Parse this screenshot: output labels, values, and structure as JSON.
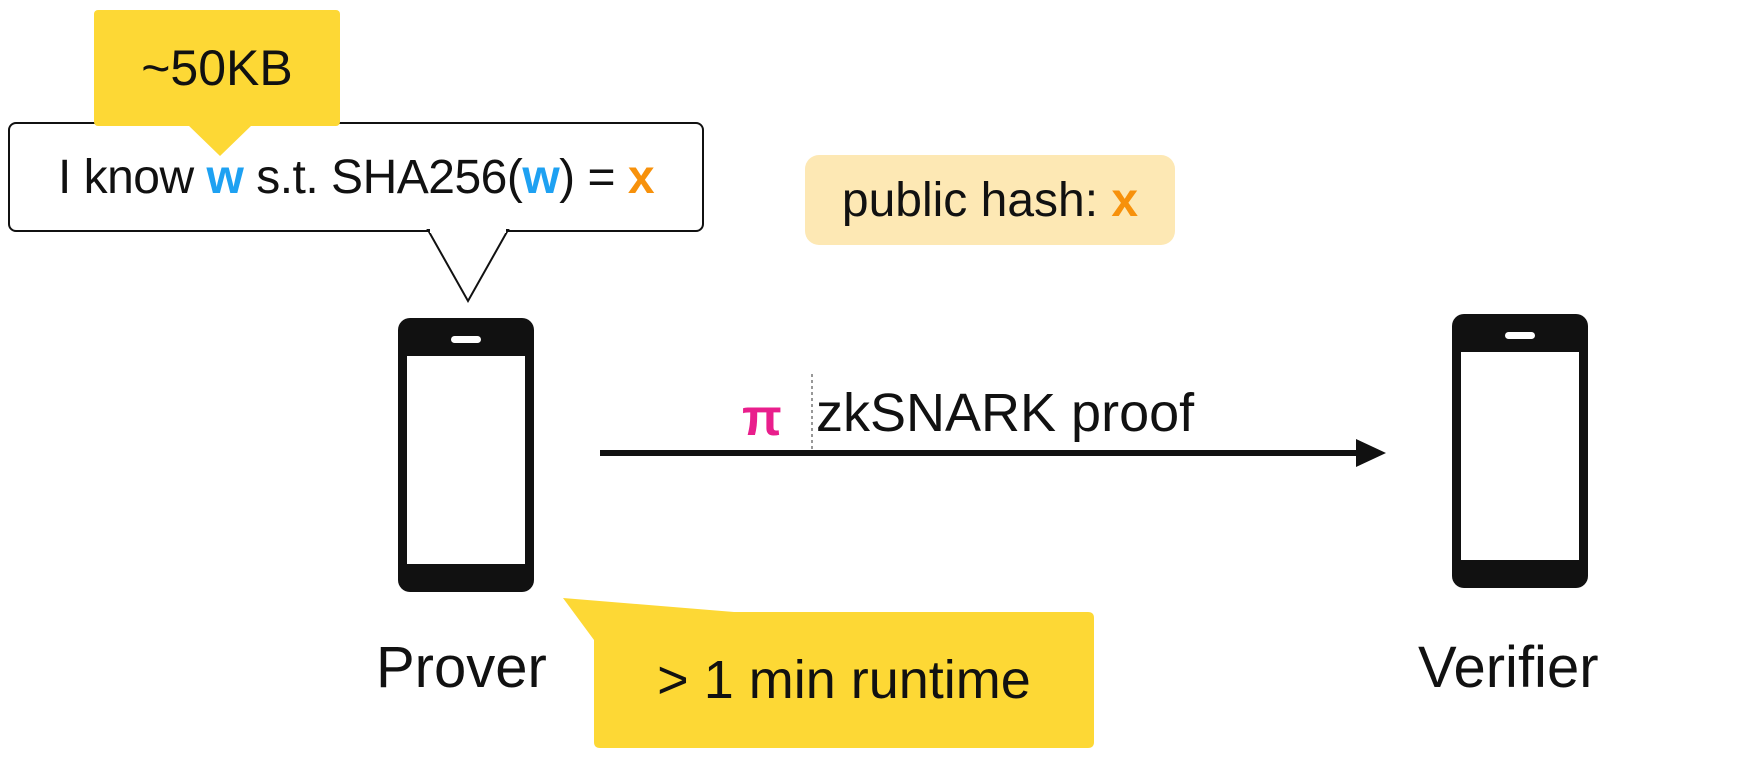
{
  "claim": {
    "prefix": "I know",
    "witness_1": "w",
    "middle": "s.t. SHA256(",
    "witness_2": "w",
    "suffix": ") =",
    "statement": "x"
  },
  "proof_size": "~50KB",
  "public_hash": {
    "label": "public hash:",
    "value": "x"
  },
  "proof": {
    "symbol": "π",
    "label": "zkSNARK proof"
  },
  "runtime": "> 1 min runtime",
  "prover": {
    "label": "Prover"
  },
  "verifier": {
    "label": "Verifier"
  },
  "colors": {
    "witness": "#1ea1f2",
    "statement": "#f7910b",
    "proof_symbol": "#e91e8c",
    "callout": "#fdd835",
    "hash_bg": "#fde8b4"
  },
  "icons": [
    "smartphone-icon",
    "arrow-right-icon"
  ]
}
